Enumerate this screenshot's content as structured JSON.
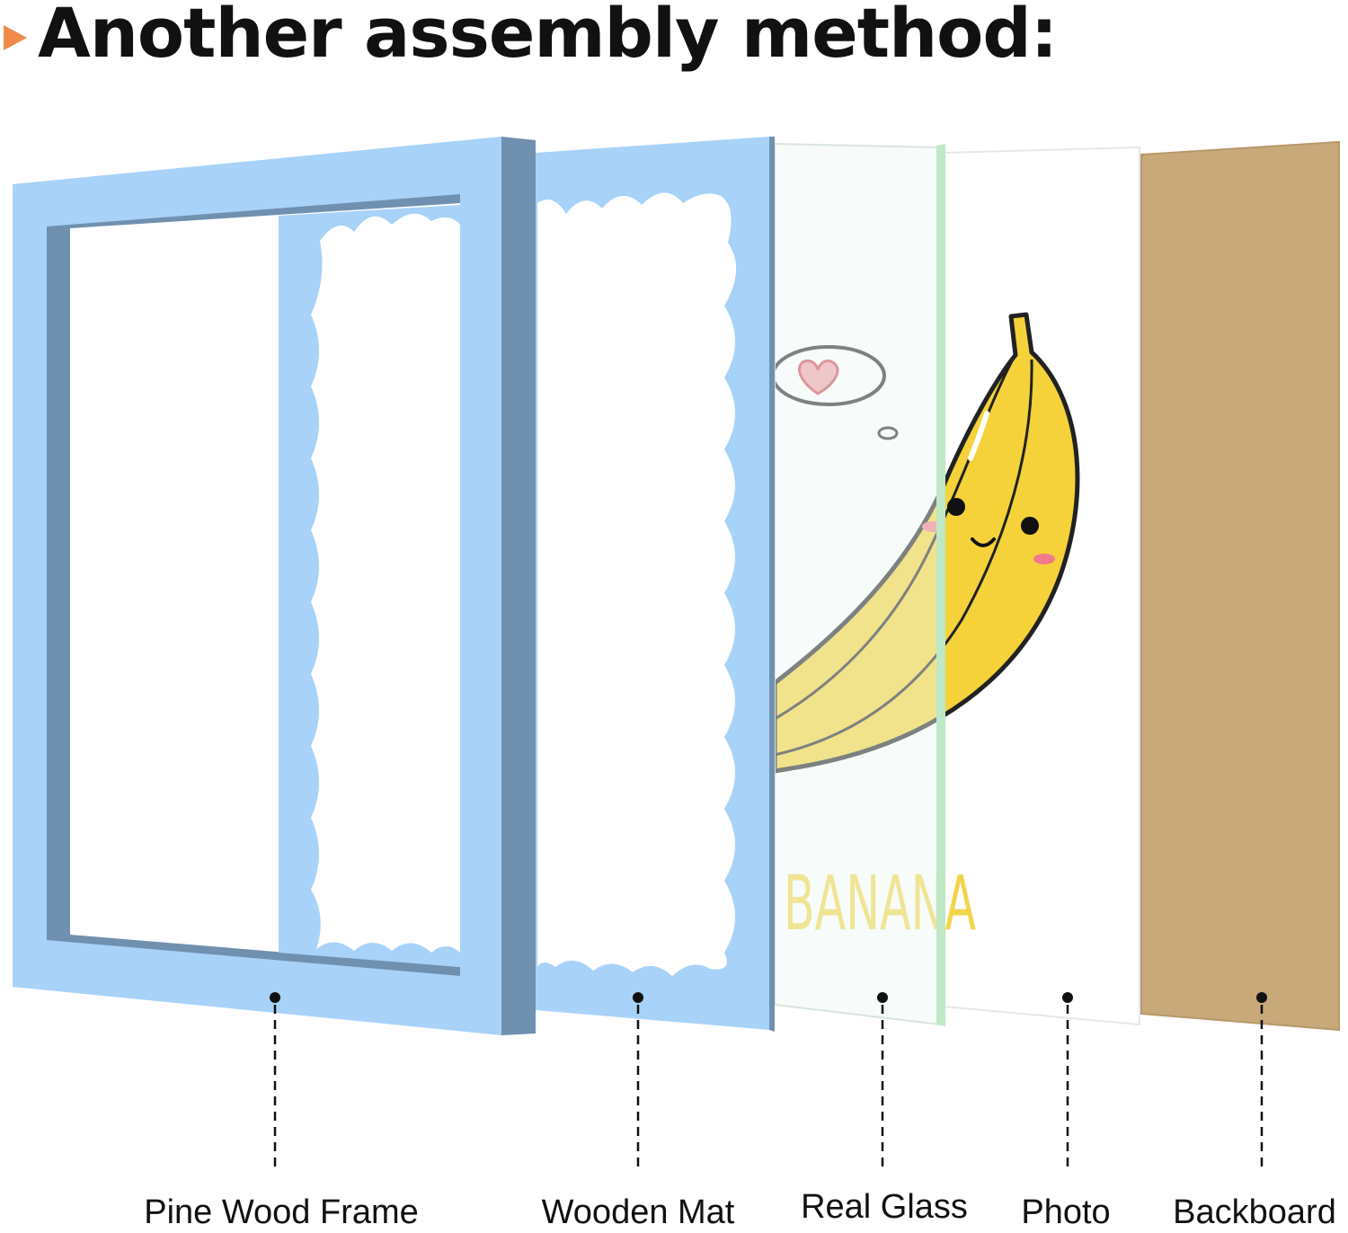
{
  "heading": {
    "title": "Another assembly method:",
    "marker_icon": "triangle-right-icon",
    "marker_color": "#f08a4b"
  },
  "artwork": {
    "word": "BANANA",
    "thought_icon": "heart-icon"
  },
  "layers": [
    {
      "id": "frame",
      "label": "Pine Wood Frame",
      "color": "#a8d2f8"
    },
    {
      "id": "mat",
      "label": "Wooden Mat",
      "color": "#a8d2f8"
    },
    {
      "id": "glass",
      "label": "Real Glass",
      "color": "#bfe8c6"
    },
    {
      "id": "photo",
      "label": "Photo",
      "color": "#ffffff"
    },
    {
      "id": "backboard",
      "label": "Backboard",
      "color": "#c8a97a"
    }
  ],
  "colors": {
    "frame_side": "#7090b0",
    "banana": "#f5d23a",
    "banana_outline": "#222222",
    "word": "#f2d54a",
    "heart": "#e8606a"
  }
}
